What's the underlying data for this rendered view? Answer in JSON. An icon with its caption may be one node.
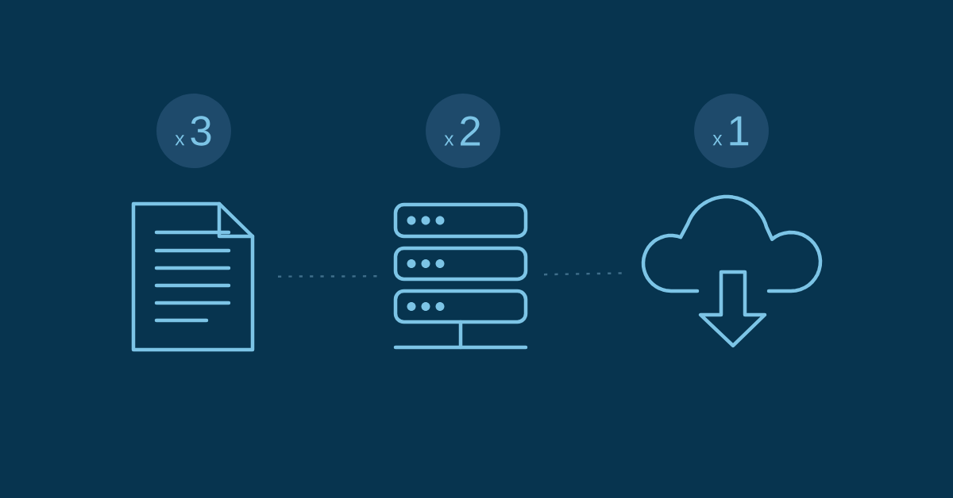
{
  "diagram": {
    "nodes": [
      {
        "text": [
          "x",
          "3"
        ]
      },
      {
        "text": [
          "x",
          "2"
        ]
      },
      {
        "text": [
          "x",
          "1"
        ]
      },
      {
        "text": [],
        "shape": "picture"
      },
      {
        "text": [],
        "shape": "picture"
      },
      {
        "text": [],
        "shape": "picture"
      }
    ],
    "edges": [
      {
        "from": 3,
        "to": 4,
        "arrow": "none",
        "style": "dashed"
      },
      {
        "from": 4,
        "to": 5,
        "arrow": "none",
        "style": "dashed"
      }
    ]
  }
}
